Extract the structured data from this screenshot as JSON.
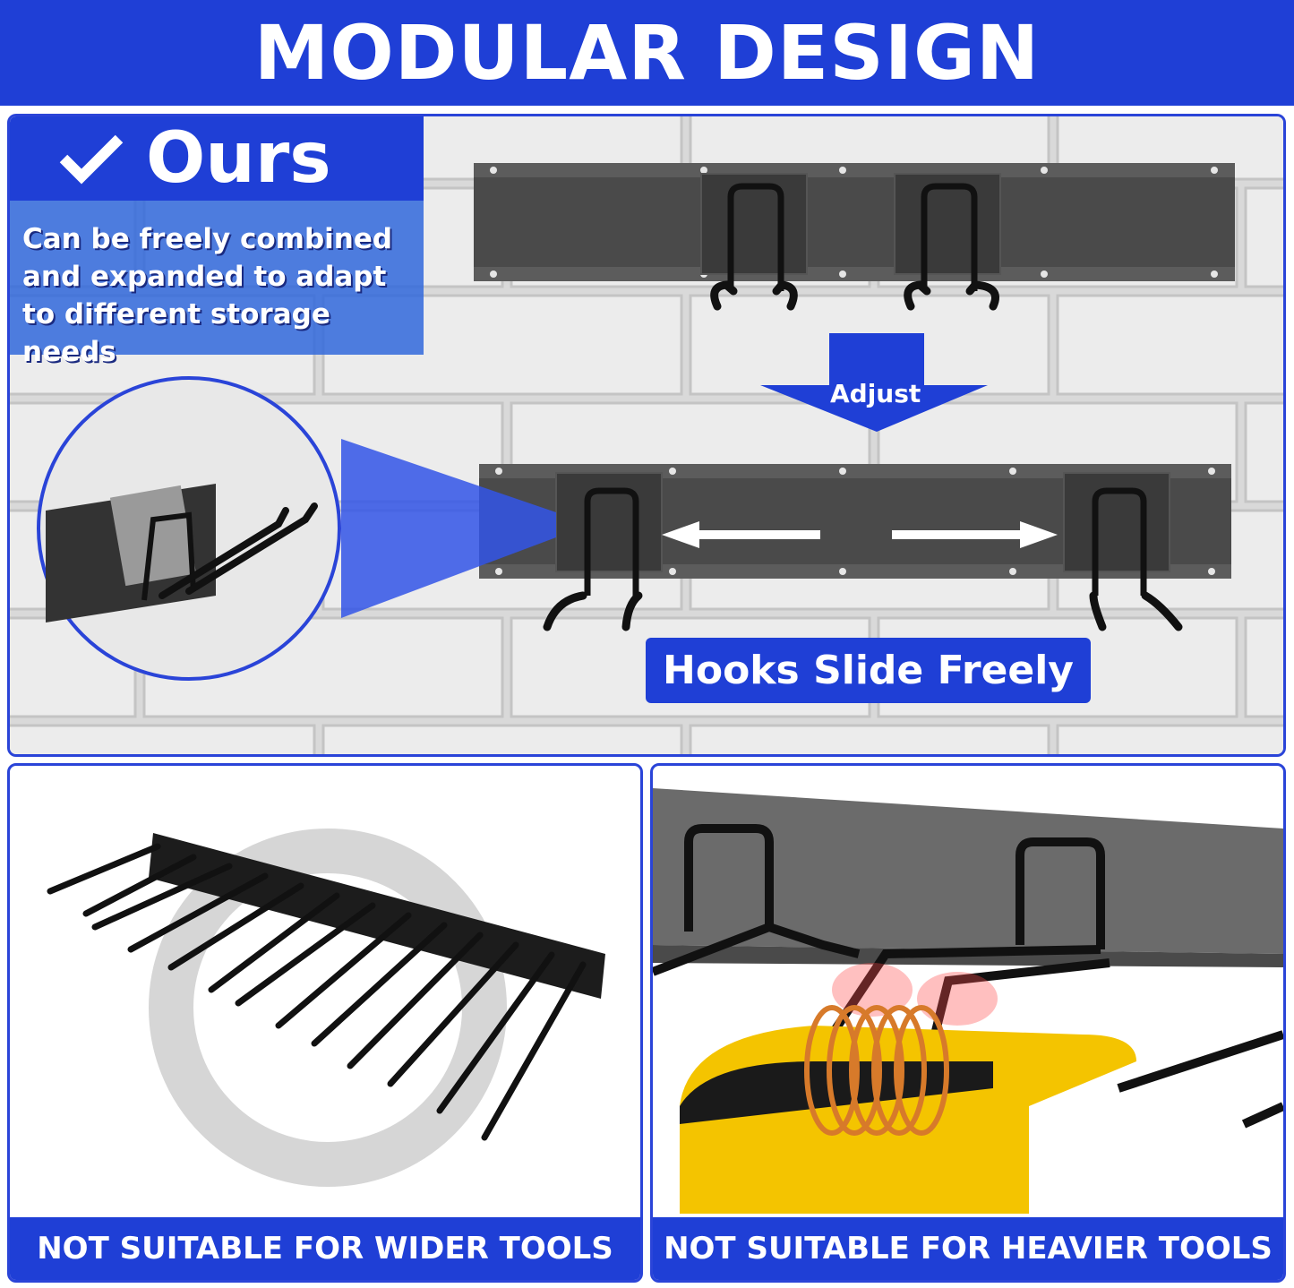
{
  "banner": {
    "title": "MODULAR DESIGN"
  },
  "ours": {
    "label": "Ours",
    "check_icon": "check-icon",
    "description": "Can be freely combined and expanded to adapt to different storage needs"
  },
  "adjust_label": "Adjust",
  "slide_label": "Hooks Slide Freely",
  "captions": {
    "wider": "NOT SUITABLE FOR WIDER TOOLS",
    "heavier": "NOT SUITABLE FOR HEAVIER TOOLS"
  },
  "colors": {
    "brand_blue": "#1f3fd6",
    "panel_border": "#2a44d8",
    "rail": "#4b4b4b",
    "tool_yellow": "#f4c400",
    "coil_orange": "#d77a2a"
  }
}
